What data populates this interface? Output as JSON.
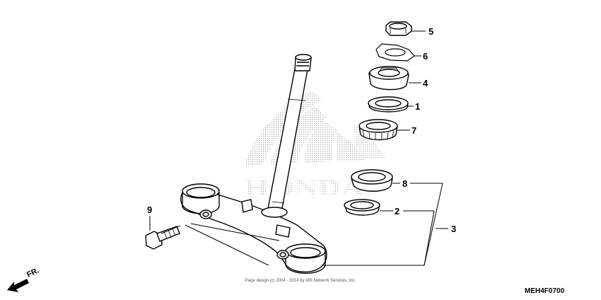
{
  "diagram": {
    "code": "MEH4F0700",
    "copyright": "Page design (c) 2004 - 2014 by ARI Network Services, Inc.",
    "direction_label": "FR.",
    "watermark_text": "HONDA",
    "callouts": [
      {
        "id": "5",
        "label": "5"
      },
      {
        "id": "6",
        "label": "6"
      },
      {
        "id": "4",
        "label": "4"
      },
      {
        "id": "1",
        "label": "1"
      },
      {
        "id": "7",
        "label": "7"
      },
      {
        "id": "8",
        "label": "8"
      },
      {
        "id": "2",
        "label": "2"
      },
      {
        "id": "3",
        "label": "3"
      },
      {
        "id": "9",
        "label": "9"
      }
    ]
  }
}
